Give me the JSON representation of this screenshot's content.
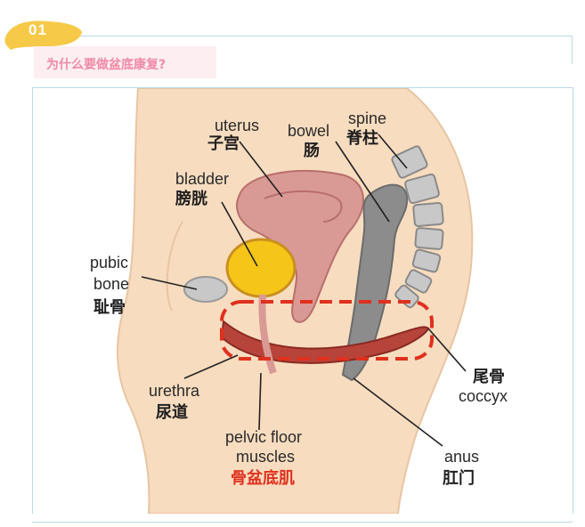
{
  "badge": {
    "number": "01",
    "color": "#f7c948"
  },
  "heading": {
    "text": "为什么要做盆底康复?",
    "color": "#f08aa7"
  },
  "diagram": {
    "labels": {
      "uterus_en": "uterus",
      "uterus_cn": "子宫",
      "bowel_en": "bowel",
      "bowel_cn": "肠",
      "spine_en": "spine",
      "spine_cn": "脊柱",
      "bladder_en": "bladder",
      "bladder_cn": "膀胱",
      "pubic_en_1": "pubic",
      "pubic_en_2": "bone",
      "pubic_cn": "耻骨",
      "coccyx_cn": "尾骨",
      "coccyx_en": "coccyx",
      "urethra_en": "urethra",
      "urethra_cn": "尿道",
      "pelvic_en_1": "pelvic floor",
      "pelvic_en_2": "muscles",
      "pelvic_cn": "骨盆底肌",
      "anus_en": "anus",
      "anus_cn": "肛门"
    },
    "colors": {
      "skin": "#f7dcbf",
      "skin_outline": "#e8c5a3",
      "uterus": "#d99a96",
      "bladder": "#f5c518",
      "bone": "#c8c8c8",
      "bowel": "#8c8c8c",
      "muscle": "#b7443a",
      "highlight": "#e0301e"
    }
  }
}
